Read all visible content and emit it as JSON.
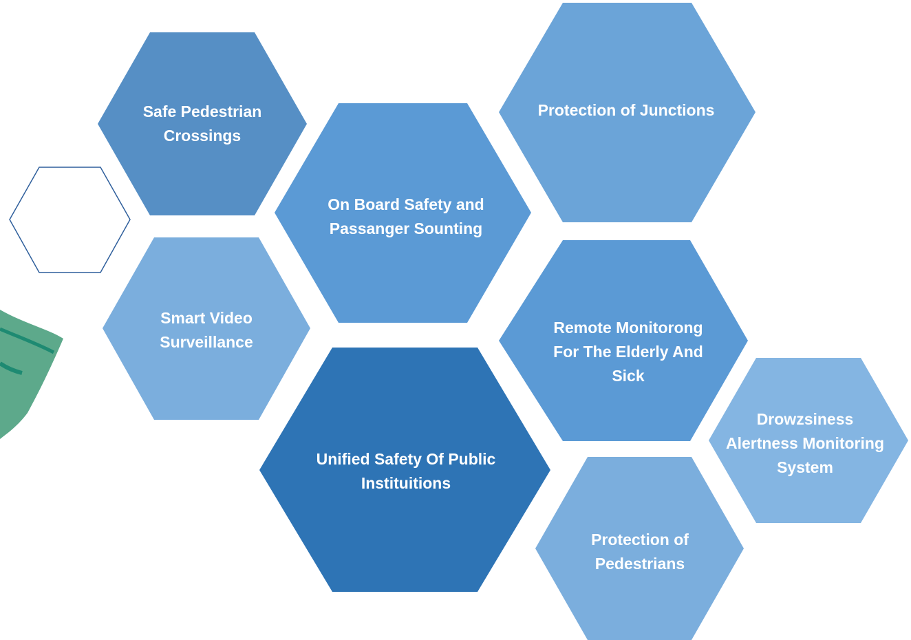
{
  "colors": {
    "dark": "#2E74B5",
    "mid": "#5597CB",
    "light": "#79ADDC",
    "lighter": "#8BB9E2",
    "text": "#FFFFFF",
    "outline": "#2F5F9C",
    "leaf": "#5DA98B",
    "leaf_vein": "#1E8A72"
  },
  "hexagons": [
    {
      "id": "safe-pedestrian-crossings",
      "label": "Safe Pedestrian\nCrossings",
      "fill": "#568FC5"
    },
    {
      "id": "protection-of-junctions",
      "label": "Protection of Junctions",
      "fill": "#6BA4D8"
    },
    {
      "id": "on-board-safety",
      "label": "On Board Safety and\nPassanger Sounting",
      "fill": "#5B9AD5"
    },
    {
      "id": "smart-video-surveillance",
      "label": "Smart Video\nSurveillance",
      "fill": "#7BAEDD"
    },
    {
      "id": "remote-monitoring",
      "label": "Remote Monitorong\nFor The Elderly And\nSick",
      "fill": "#5B9AD5"
    },
    {
      "id": "unified-safety",
      "label": "Unified Safety Of Public\nInstituitions",
      "fill": "#2E74B5"
    },
    {
      "id": "drowsiness-monitoring",
      "label": "Drowzsiness\nAlertness Monitoring\nSystem",
      "fill": "#84B5E2"
    },
    {
      "id": "protection-of-pedestrians",
      "label": "Protection of\nPedestrians",
      "fill": "#7BAEDD"
    }
  ]
}
